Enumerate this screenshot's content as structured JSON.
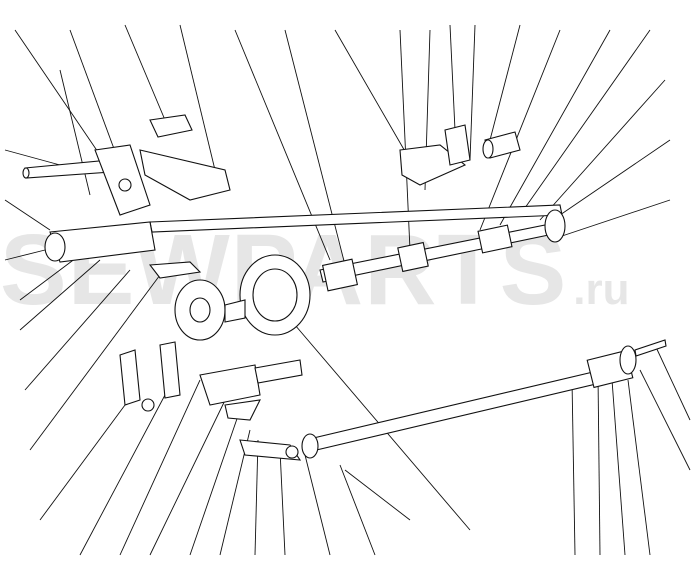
{
  "watermark": {
    "text": "SEWPARTS",
    "suffix": ".ru",
    "color": "#e6e6e6"
  },
  "diagram": {
    "type": "exploded parts diagram",
    "line_color": "#111111"
  }
}
